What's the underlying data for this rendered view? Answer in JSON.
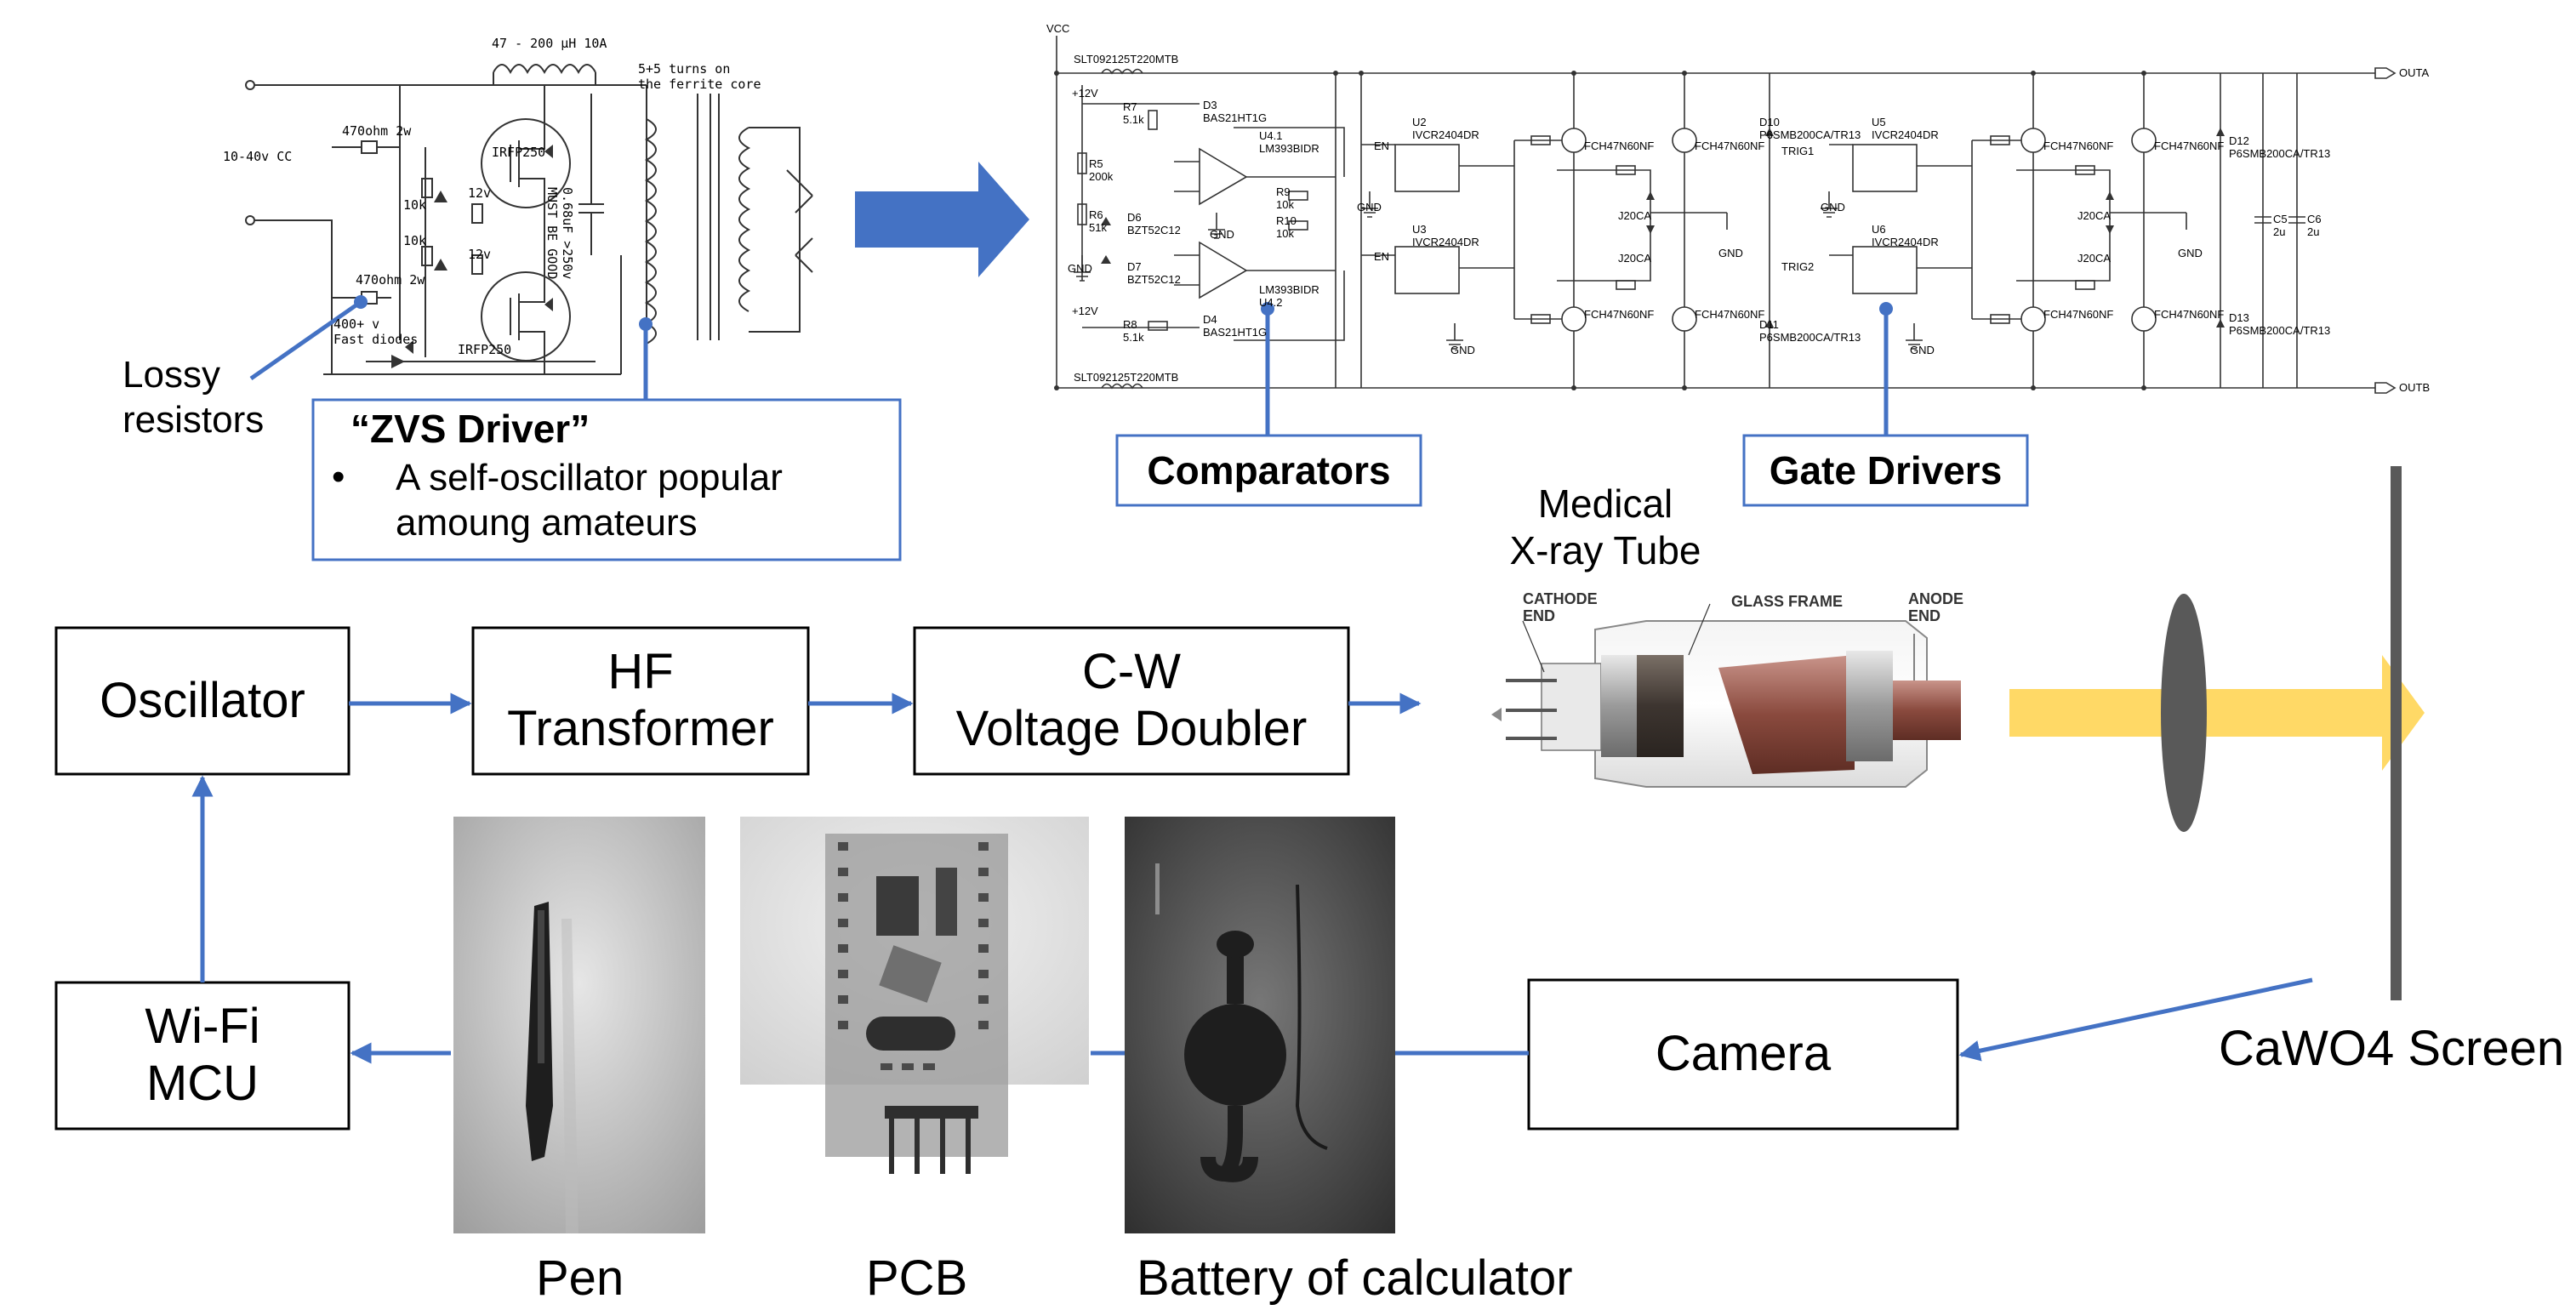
{
  "zvs": {
    "inductor": "47 - 200 µH 10A",
    "turns": "5+5 turns on\nthe ferrite core",
    "supply": "10-40v CC",
    "r1": "470ohm 2w",
    "r2": "470ohm 2w",
    "mosfet1": "IRFP250",
    "mosfet2": "IRFP250",
    "r10k_1": "10k",
    "r10k_2": "10k",
    "zener1": "12v",
    "zener2": "12v",
    "cap": "0.68uF >250v\nMUST BE GOOD",
    "diodes": "400+ v\nFast diodes"
  },
  "callouts": {
    "lossy": "Lossy\nresistors",
    "zvs_title": "“ZVS Driver”",
    "zvs_bullet": "•",
    "zvs_body": "A self-oscillator popular\namoung amateurs",
    "comparators": "Comparators",
    "gate_drivers": "Gate Drivers"
  },
  "schematic": {
    "vcc": "VCC",
    "l3": "SLT092125T220MTB",
    "l2": "SLT092125T220MTB",
    "outa": "OUTA",
    "outb": "OUTB",
    "plus12": "+12V",
    "gnd": "GND",
    "u41": "U4.1\nLM393BIDR",
    "u42": "LM393BIDR\nU4.2",
    "d3": "D3\nBAS21HT1G",
    "d4": "D4\nBAS21HT1G",
    "d6": "D6\nBZT52C12",
    "d7": "D7\nBZT52C12",
    "r7": "R7\n5.1k",
    "r5": "R5\n200k",
    "r6": "R6\n51k",
    "r8": "R8\n5.1k",
    "r9": "R9\n10k",
    "r10": "R10\n10k",
    "trig1": "TRIG1",
    "trig2": "TRIG2",
    "u2": "U2\nIVCR2404DR",
    "u3": "U3\nIVCR2404DR",
    "u5": "U5\nIVCR2404DR",
    "u6": "U6\nIVCR2404DR",
    "fet": "FCH47N60NF",
    "tvs": "J20CA",
    "d10": "D10\nP6SMB200CA/TR13",
    "d11": "D11\nP6SMB200CA/TR13",
    "d12": "D12\nP6SMB200CA/TR13",
    "d13": "D13\nP6SMB200CA/TR13",
    "c5": "C5\n2u",
    "c6": "C6\n2u",
    "en": "EN"
  },
  "blocks": {
    "oscillator": "Oscillator",
    "hf_transformer": "HF\nTransformer",
    "cw_doubler": "C-W\nVoltage Doubler",
    "wifi_mcu": "Wi-Fi\nMCU",
    "camera": "Camera"
  },
  "xray": {
    "title": "Medical\nX-ray Tube",
    "cathode": "CATHODE\nEND",
    "glass": "GLASS FRAME",
    "anode": "ANODE\nEND"
  },
  "screen_label": "CaWO4 Screen",
  "captions": {
    "pen": "Pen",
    "pcb": "PCB",
    "battery": "Battery of calculator"
  },
  "colors": {
    "arrow_blue": "#4472c4",
    "beam_yellow": "#ffd966",
    "screen_gray": "#595959",
    "lens_gray": "#595959"
  }
}
